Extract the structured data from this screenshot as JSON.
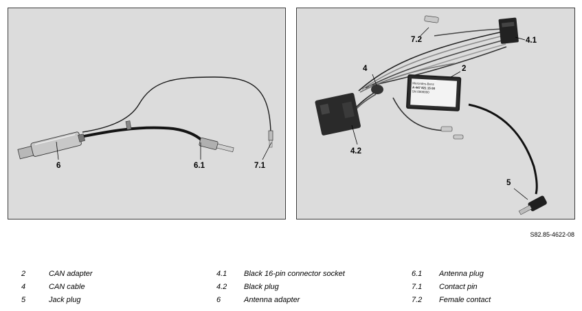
{
  "figure_ref": "S82.85-4622-08",
  "callouts": {
    "left": [
      "6",
      "6.1",
      "7.1"
    ],
    "right": [
      "7.2",
      "4.1",
      "4",
      "2",
      "4.2",
      "5"
    ]
  },
  "adapter_label": {
    "line1": "Mercedes-Benz",
    "line2": "A 447 821 15 00",
    "line3": "SN 0000000"
  },
  "legend": [
    {
      "num": "2",
      "text": "CAN adapter"
    },
    {
      "num": "4",
      "text": "CAN cable"
    },
    {
      "num": "5",
      "text": "Jack plug"
    },
    {
      "num": "4.1",
      "text": "Black 16-pin connector socket"
    },
    {
      "num": "4.2",
      "text": "Black plug"
    },
    {
      "num": "6",
      "text": "Antenna adapter"
    },
    {
      "num": "6.1",
      "text": "Antenna plug"
    },
    {
      "num": "7.1",
      "text": "Contact pin"
    },
    {
      "num": "7.2",
      "text": "Female contact"
    }
  ]
}
